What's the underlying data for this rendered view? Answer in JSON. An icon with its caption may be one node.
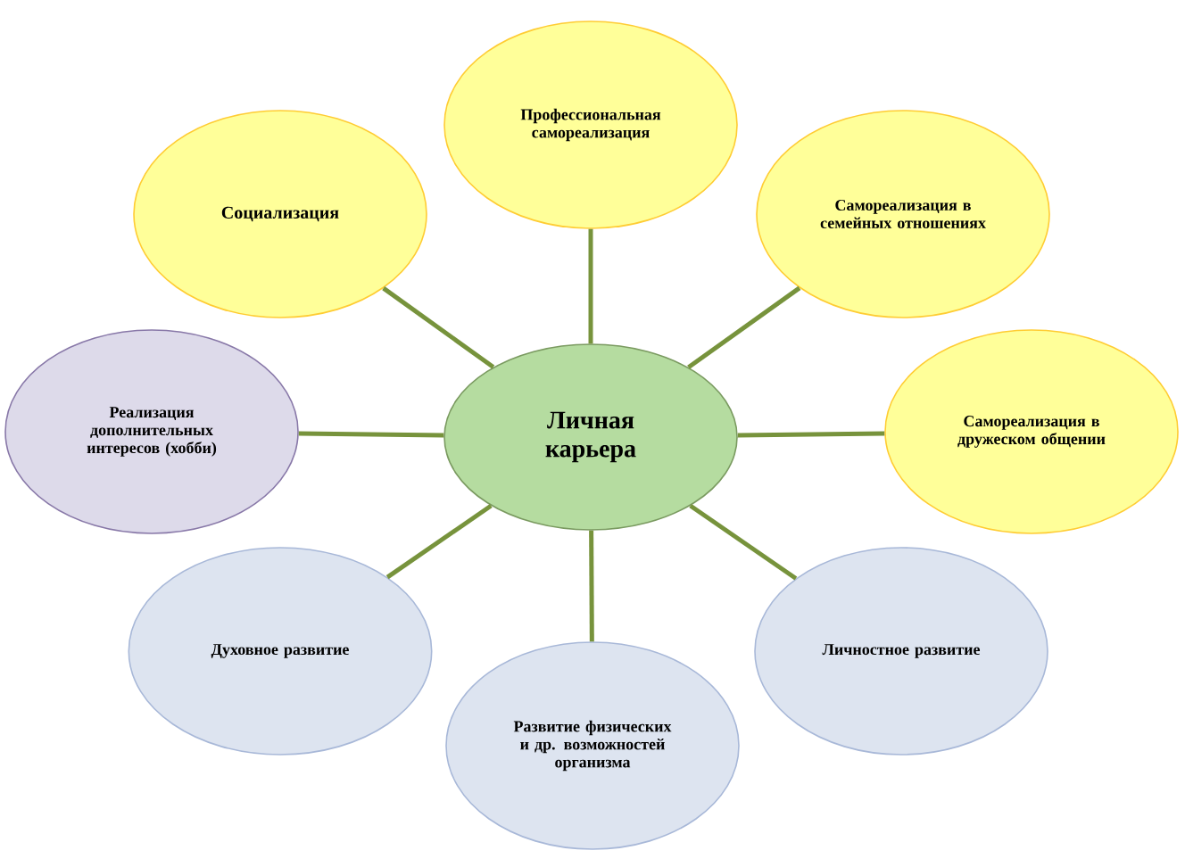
{
  "diagram": {
    "nodes": [
      {
        "text": [
          "Личная карьера"
        ]
      },
      {
        "text": [
          "Профессиональная самореализация"
        ]
      },
      {
        "text": [
          "Самореализация в семейных отношениях"
        ]
      },
      {
        "text": [
          "Самореализация в дружеском общении"
        ]
      },
      {
        "text": [
          "Личностное развитие"
        ]
      },
      {
        "text": [
          "Развитие физических и др. возможностей организма"
        ]
      },
      {
        "text": [
          "Духовное развитие"
        ]
      },
      {
        "text": [
          "Реализация дополнительных интересов (хобби)"
        ]
      },
      {
        "text": [
          "Социализация"
        ]
      }
    ],
    "edges": [
      {
        "from": 0,
        "to": 1,
        "arrow": "none"
      },
      {
        "from": 0,
        "to": 2,
        "arrow": "none"
      },
      {
        "from": 0,
        "to": 3,
        "arrow": "none"
      },
      {
        "from": 0,
        "to": 4,
        "arrow": "none"
      },
      {
        "from": 0,
        "to": 5,
        "arrow": "none"
      },
      {
        "from": 0,
        "to": 6,
        "arrow": "none"
      },
      {
        "from": 0,
        "to": 7,
        "arrow": "none"
      },
      {
        "from": 0,
        "to": 8,
        "arrow": "none"
      }
    ]
  }
}
